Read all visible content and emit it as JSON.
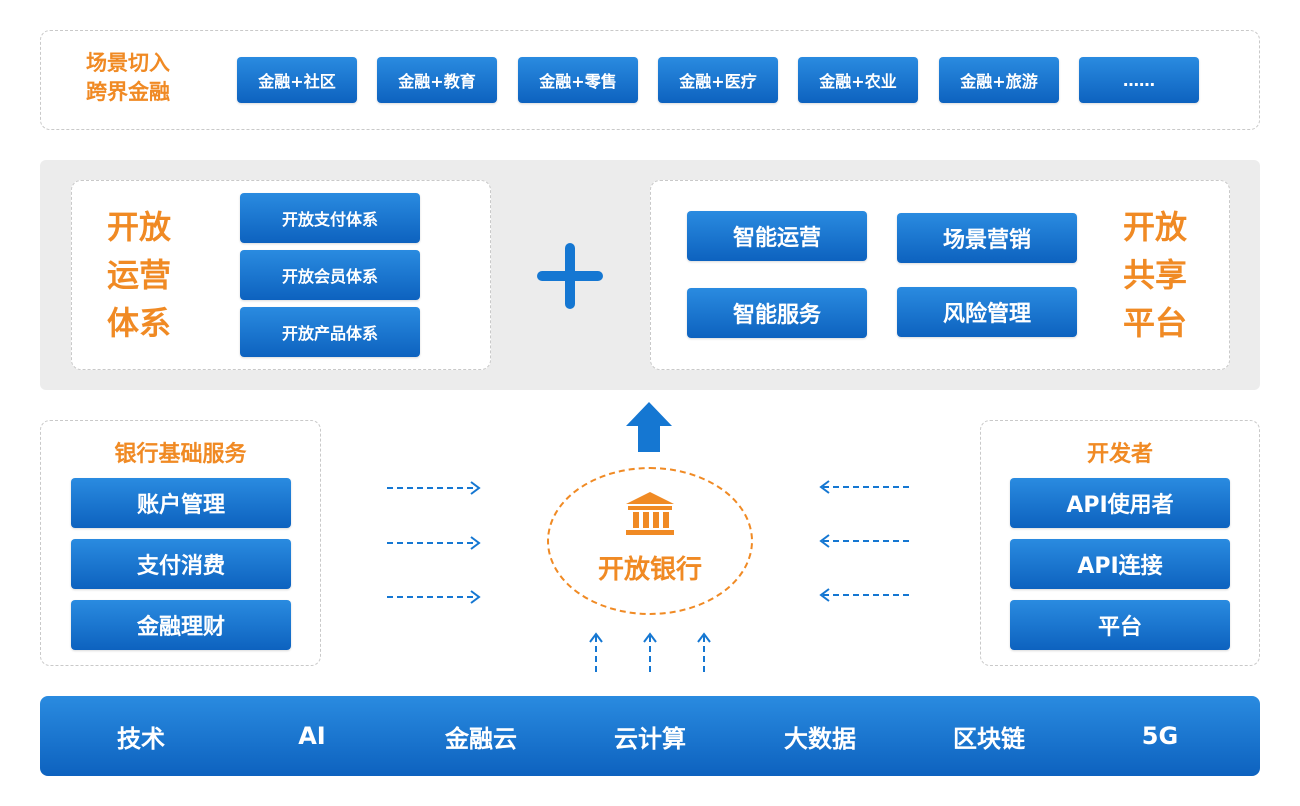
{
  "colors": {
    "accent_orange": "#f08a24",
    "button_blue": "#1577d2",
    "band_gray": "#ececec"
  },
  "scene": {
    "title_lines": [
      "场景切入",
      "跨界金融"
    ],
    "items": [
      "金融+社区",
      "金融+教育",
      "金融+零售",
      "金融+医疗",
      "金融+农业",
      "金融+旅游",
      "……"
    ]
  },
  "open_ops": {
    "title_lines": [
      "开放",
      "运营",
      "体系"
    ],
    "items": [
      "开放支付体系",
      "开放会员体系",
      "开放产品体系"
    ]
  },
  "shared_platform": {
    "title_lines": [
      "开放",
      "共享",
      "平台"
    ],
    "items": [
      "智能运营",
      "场景营销",
      "智能服务",
      "风险管理"
    ]
  },
  "bank_services": {
    "title": "银行基础服务",
    "items": [
      "账户管理",
      "支付消费",
      "金融理财"
    ]
  },
  "developers": {
    "title": "开发者",
    "items": [
      "API使用者",
      "API连接",
      "平台"
    ]
  },
  "center": {
    "label": "开放银行",
    "icon": "bank-building-icon"
  },
  "tech": {
    "items": [
      "技术",
      "AI",
      "金融云",
      "云计算",
      "大数据",
      "区块链",
      "5G"
    ]
  }
}
